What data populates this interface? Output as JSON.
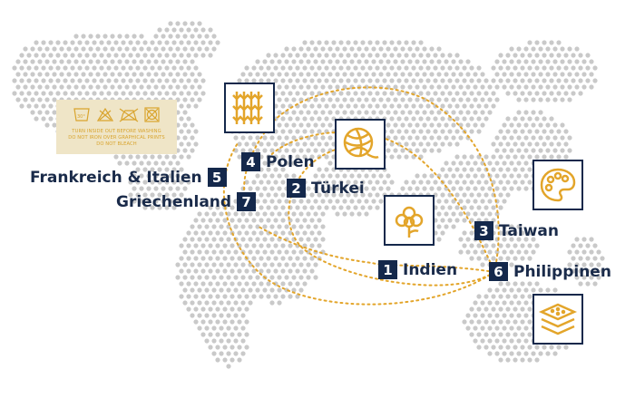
{
  "colors": {
    "navy": "#14284b",
    "gold": "#e3a52a",
    "dots": "#c9c9c9",
    "care_bg": "#efe5c7"
  },
  "locations": [
    {
      "num": "1",
      "name": "Indien"
    },
    {
      "num": "2",
      "name": "Türkei"
    },
    {
      "num": "3",
      "name": "Taiwan"
    },
    {
      "num": "4",
      "name": "Polen"
    },
    {
      "num": "5",
      "name": "Frankreich & Italien"
    },
    {
      "num": "6",
      "name": "Philippinen"
    },
    {
      "num": "7",
      "name": "Griechenland"
    }
  ],
  "care_label": {
    "temp": "30°",
    "lines": [
      "TURN INSIDE OUT BEFORE WASHING",
      "DO NOT IRON OVER GRAPHICAL PRINTS",
      "DO NOT BLEACH"
    ]
  },
  "icons": [
    "fabric-weave-icon",
    "yarn-ball-icon",
    "cotton-flower-icon",
    "palette-icon",
    "fabric-layers-icon"
  ]
}
